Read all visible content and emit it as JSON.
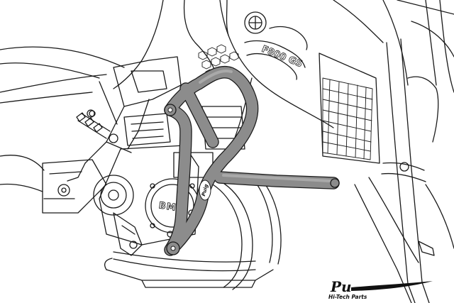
{
  "illustration": {
    "subject": "motorcycle-crash-bar-line-drawing",
    "bar_color": "#8c8c8c",
    "line_color": "#1a1a1a"
  },
  "tank_badge": {
    "model_label": "F800 GS"
  },
  "engine_cover": {
    "label": "BMW"
  },
  "bar_badge": {
    "label": "Puig"
  },
  "brand_logo": {
    "mark": "Pu",
    "tagline": "Hi-Tech Parts"
  }
}
